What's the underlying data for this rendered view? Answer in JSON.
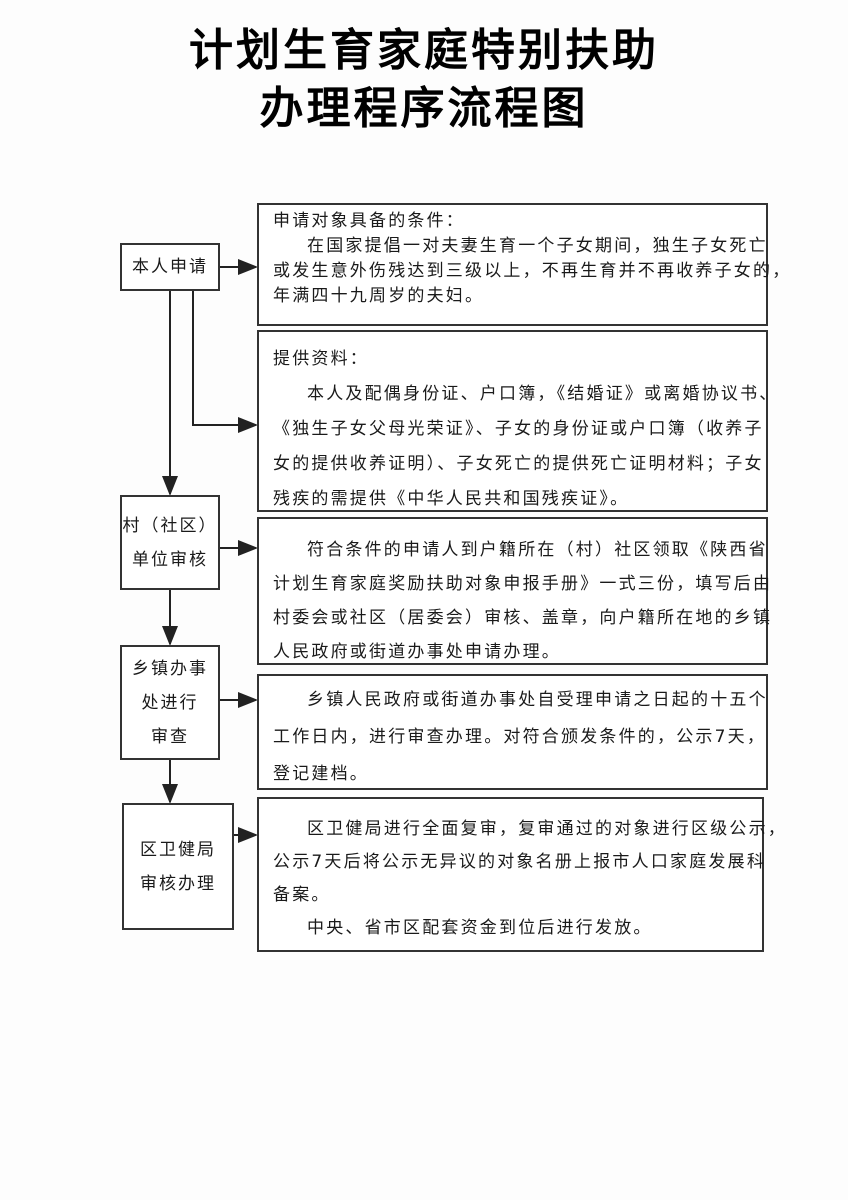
{
  "title": {
    "line1": "计划生育家庭特别扶助",
    "line2": "办理程序流程图"
  },
  "steps": [
    {
      "label_lines": [
        "本人申请"
      ]
    },
    {
      "label_lines": [
        "村（社区）",
        "单位审核"
      ]
    },
    {
      "label_lines": [
        "乡镇办事",
        "处进行",
        "审查"
      ]
    },
    {
      "label_lines": [
        "区卫健局",
        "审核办理"
      ]
    }
  ],
  "details": [
    {
      "lines": [
        "申请对象具备的条件：",
        "在国家提倡一对夫妻生育一个子女期间，独生子女死亡",
        "或发生意外伤残达到三级以上，不再生育并不再收养子女的，",
        "年满四十九周岁的夫妇。"
      ]
    },
    {
      "lines": [
        "提供资料：",
        "本人及配偶身份证、户口簿，《结婚证》或离婚协议书、",
        "《独生子女父母光荣证》、子女的身份证或户口簿（收养子",
        "女的提供收养证明）、子女死亡的提供死亡证明材料；子女",
        "残疾的需提供《中华人民共和国残疾证》。"
      ]
    },
    {
      "lines": [
        "符合条件的申请人到户籍所在（村）社区领取《陕西省",
        "计划生育家庭奖励扶助对象申报手册》一式三份，填写后由",
        "村委会或社区（居委会）审核、盖章，向户籍所在地的乡镇",
        "人民政府或街道办事处申请办理。"
      ]
    },
    {
      "lines": [
        "乡镇人民政府或街道办事处自受理申请之日起的十五个",
        "工作日内，进行审查办理。对符合颁发条件的，公示7天，",
        "登记建档。"
      ]
    },
    {
      "lines": [
        "区卫健局进行全面复审，复审通过的对象进行区级公示，",
        "公示7天后将公示无异议的对象名册上报市人口家庭发展科",
        "备案。",
        "中央、省市区配套资金到位后进行发放。"
      ]
    }
  ]
}
